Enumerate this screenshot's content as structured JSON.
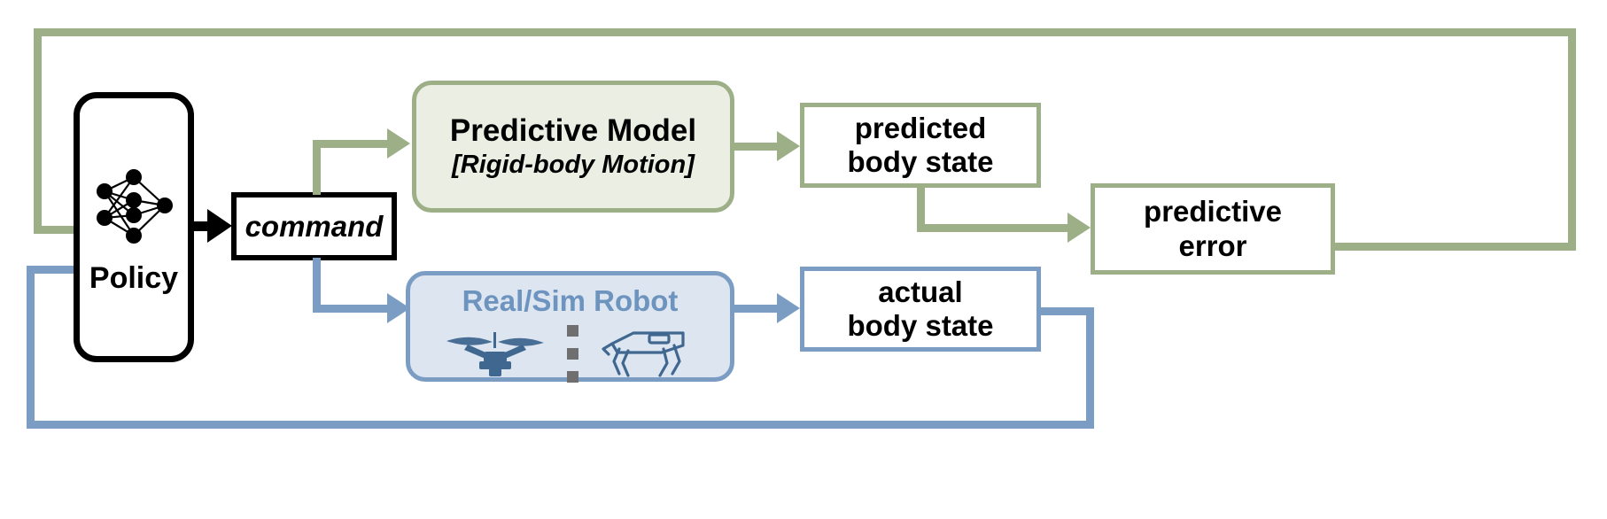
{
  "diagram": {
    "title": "Predictive-model control loop with policy and real/sim robot",
    "colors": {
      "green": "#9caf87",
      "blue": "#7b9dc4",
      "black": "#000000",
      "predictive_model_fill": "#eaeee3",
      "robot_fill": "#dde5f0",
      "robot_text": "#6d94bf",
      "dot_gray": "#6f6f6f"
    },
    "nodes": {
      "policy": {
        "label": "Policy",
        "icon": "neural-network-icon"
      },
      "command": {
        "label": "command"
      },
      "predictive_model": {
        "title": "Predictive Model",
        "subtitle": "[Rigid-body Motion]"
      },
      "robot": {
        "title": "Real/Sim Robot",
        "icons": [
          "drone-icon",
          "vertical-ellipsis",
          "quadruped-robot-icon"
        ]
      },
      "predicted_body_state": {
        "line1": "predicted",
        "line2": "body state"
      },
      "actual_body_state": {
        "line1": "actual",
        "line2": "body state"
      },
      "predictive_error": {
        "line1": "predictive",
        "line2": "error"
      }
    },
    "edges": [
      {
        "from": "policy",
        "to": "command",
        "color": "black"
      },
      {
        "from": "command",
        "to": "predictive_model",
        "color": "green"
      },
      {
        "from": "command",
        "to": "robot",
        "color": "blue"
      },
      {
        "from": "predictive_model",
        "to": "predicted_body_state",
        "color": "green"
      },
      {
        "from": "robot",
        "to": "actual_body_state",
        "color": "blue"
      },
      {
        "from": "predicted_body_state",
        "to": "predictive_error",
        "color": "green"
      },
      {
        "from": "actual_body_state",
        "to": "predictive_error",
        "color": "green"
      },
      {
        "from": "predictive_error",
        "to": "policy",
        "color": "green"
      },
      {
        "from": "actual_body_state",
        "to": "policy",
        "color": "blue"
      }
    ]
  }
}
